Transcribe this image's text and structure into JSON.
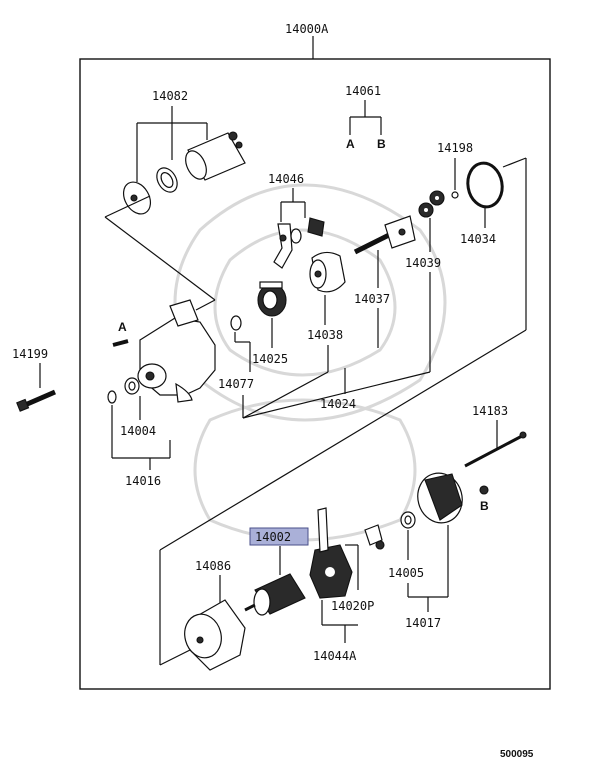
{
  "labels": {
    "assembly": "14000A",
    "p14082": "14082",
    "p14061": "14061",
    "ref_a": "A",
    "ref_b": "B",
    "p14198": "14198",
    "p14046": "14046",
    "p14034": "14034",
    "p14039": "14039",
    "p14037": "14037",
    "p14038": "14038",
    "p14025": "14025",
    "p14077": "14077",
    "p14024": "14024",
    "p14199": "14199",
    "p14004": "14004",
    "p14016": "14016",
    "p14183": "14183",
    "p14002": "14002",
    "p14086": "14086",
    "p14005": "14005",
    "p14020p": "14020P",
    "p14017": "14017",
    "p14044a": "14044A",
    "diagram_code": "500095"
  }
}
